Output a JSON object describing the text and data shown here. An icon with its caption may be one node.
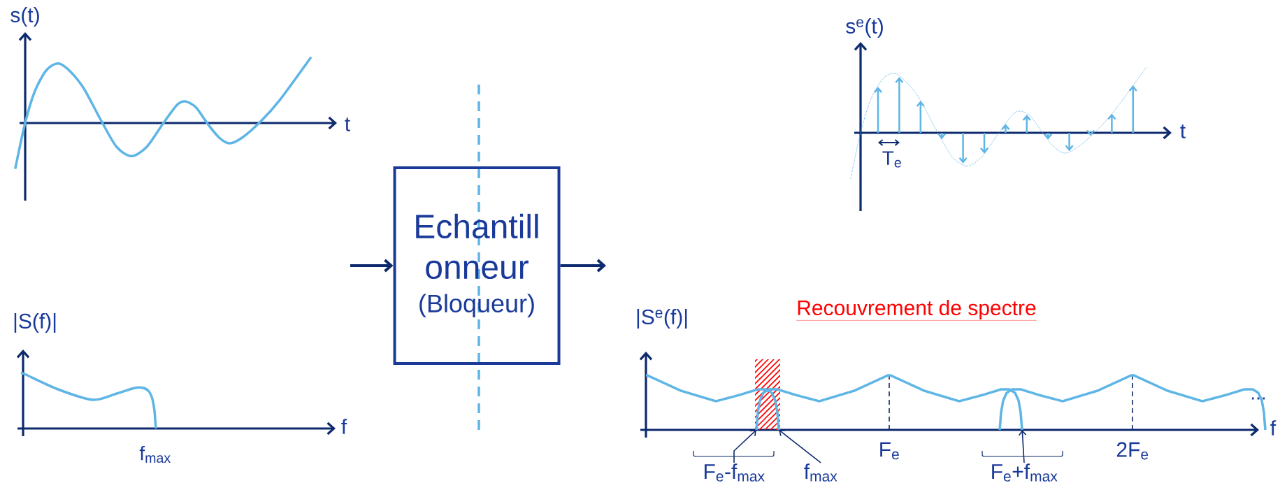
{
  "diagram": {
    "nodes": [
      {
        "text": [
          "Echantill onneur",
          "(Bloqueur)"
        ]
      },
      {
        "text": [
          "F$_{e}$-f$_{max}$"
        ]
      },
      {
        "text": [
          "f$_{max}$"
        ]
      },
      {
        "text": [
          "F$_{e}$+f$_{max}$"
        ]
      },
      {
        "text": [],
        "shape": "arch"
      },
      {
        "text": [],
        "shape": "arch"
      }
    ],
    "edges": [
      {
        "from": null,
        "to": 0,
        "arrow": "to"
      },
      {
        "from": 0,
        "to": null,
        "arrow": "to"
      },
      {
        "from": 1,
        "to": 4,
        "arrow": "to"
      },
      {
        "from": 2,
        "to": 4,
        "arrow": "to"
      },
      {
        "from": 3,
        "to": 5,
        "arrow": "to"
      }
    ],
    "labels": [
      "s(t)",
      "t",
      "|S(f)|",
      "f",
      "f$_{max}$",
      "s$^{e}$(t)",
      "t",
      "T$_{e}$",
      "Recouvrement de spectre",
      "|S$^{e}$(f)|",
      "F$_{e}$",
      "2F$_{e}$",
      "...",
      "f"
    ]
  }
}
